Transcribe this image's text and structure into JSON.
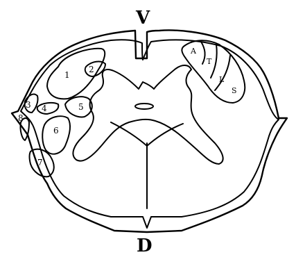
{
  "labels": {
    "top": "V",
    "bottom": "D",
    "tract_numbers": [
      "1",
      "2",
      "3",
      "4",
      "5",
      "6",
      "7",
      "8"
    ],
    "segment_letters": [
      "A",
      "T",
      "L",
      "S"
    ]
  }
}
